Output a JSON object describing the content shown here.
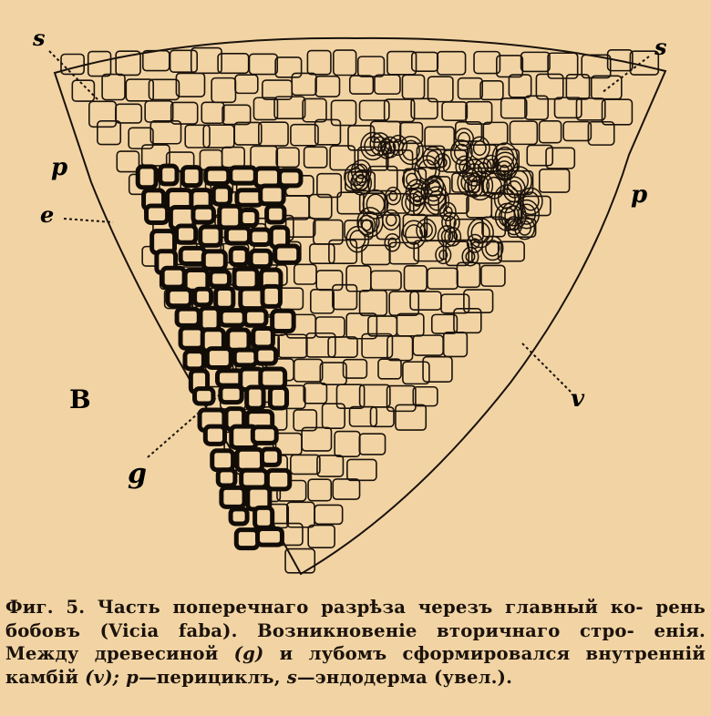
{
  "figure": {
    "labels": {
      "s_left": "s",
      "s_right": "s",
      "p_left": "p",
      "p_right": "p",
      "e_left": "e",
      "B": "B",
      "g": "g",
      "v": "v"
    }
  },
  "caption": {
    "fig_label": "Фиг. 5.",
    "line1_rest": "Часть поперечнаго разрѣза черезъ главный ко-",
    "line2": "рень бобовъ (Vicia faba). Возникновеніе вторичнаго стро-",
    "line3": "енія. Между древесиной",
    "g_marker": "(g)",
    "line3_rest": "и лубомъ сформировался",
    "line4_a": "внутренній камбій",
    "v_marker": "(v);",
    "p_marker": "p",
    "line4_b": "—перициклъ,",
    "s_marker": "s",
    "line4_c": "—эндодерма (увел.)."
  }
}
